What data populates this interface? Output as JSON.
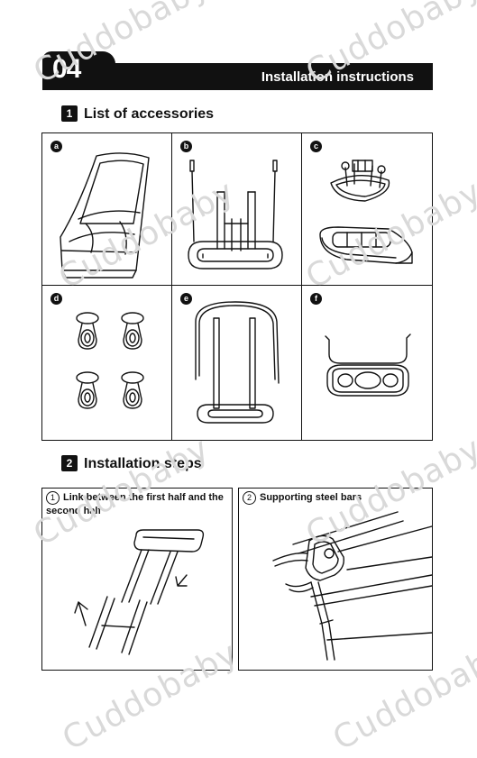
{
  "header": {
    "number": "04",
    "title": "Installation instructions"
  },
  "accessories": {
    "section_number": "1",
    "title": "List of accessories",
    "items": [
      {
        "badge": "a"
      },
      {
        "badge": "b"
      },
      {
        "badge": "c"
      },
      {
        "badge": "d"
      },
      {
        "badge": "e"
      },
      {
        "badge": "f"
      }
    ]
  },
  "installation": {
    "section_number": "2",
    "title": "Installation steps",
    "steps": [
      {
        "number": "1",
        "label": "Link between the first half and the second half"
      },
      {
        "number": "2",
        "label": "Supporting steel bars"
      }
    ]
  },
  "watermark": "Cuddobaby"
}
